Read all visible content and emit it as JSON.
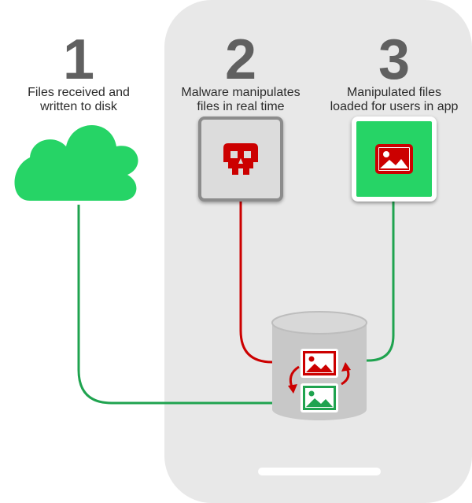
{
  "steps": [
    {
      "number": "1",
      "label_line1": "Files received and",
      "label_line2": "written to disk"
    },
    {
      "number": "2",
      "label_line1": "Malware manipulates",
      "label_line2": "files in real time"
    },
    {
      "number": "3",
      "label_line1": "Manipulated files",
      "label_line2": "loaded for users in app"
    }
  ],
  "colors": {
    "green": "#26d466",
    "green_dark": "#1fa34f",
    "red": "#cc0000",
    "gray_text": "#606060",
    "phone_bg": "#e8e8e8",
    "db_gray": "#c8c8c8"
  },
  "icons": [
    "cloud-icon",
    "skull-icon",
    "image-icon",
    "database-icon",
    "swap-arrows-icon"
  ]
}
